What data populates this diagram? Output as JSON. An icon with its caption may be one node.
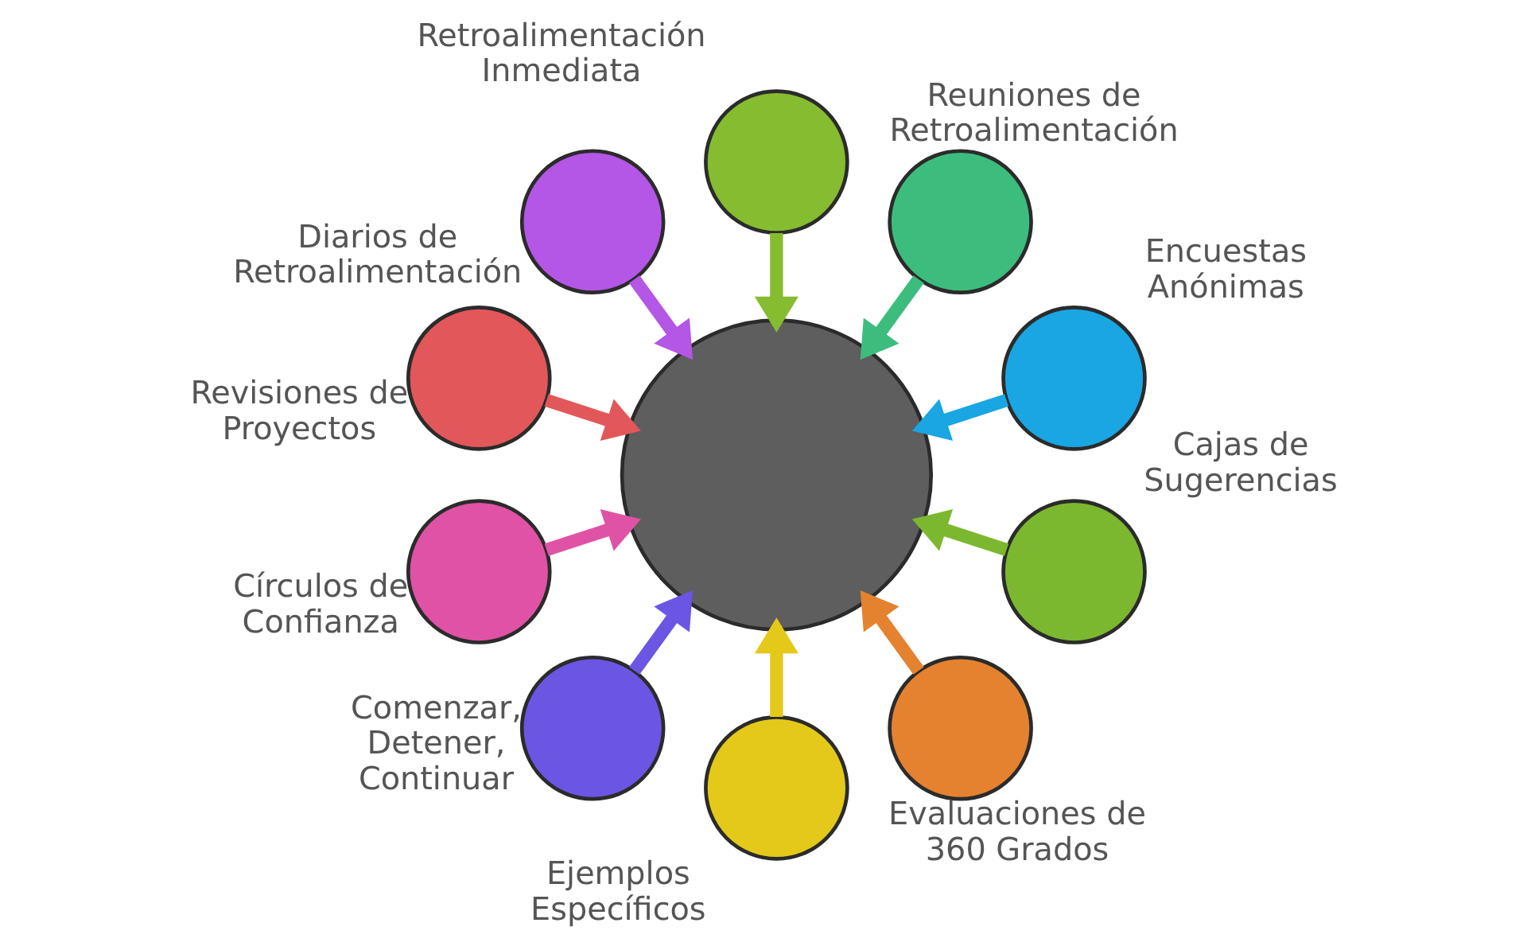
{
  "diagram": {
    "nodes": [
      {
        "text": [],
        "shape": "circle"
      },
      {
        "text": [
          "Retroalimentación Inmediata"
        ]
      },
      {
        "text": [
          "Reuniones de Retroalimentación"
        ]
      },
      {
        "text": [
          "Diarios de Retroalimentación"
        ]
      },
      {
        "text": [
          "Encuestas Anónimas"
        ]
      },
      {
        "text": [
          "Revisiones de Proyectos"
        ]
      },
      {
        "text": [
          "Cajas de Sugerencias"
        ]
      },
      {
        "text": [
          "Círculos de Confianza"
        ]
      },
      {
        "text": [
          "Evaluaciones de 360 Grados"
        ]
      },
      {
        "text": [
          "Comenzar, Detener, Continuar"
        ]
      },
      {
        "text": [
          "Ejemplos Específicos"
        ]
      }
    ],
    "edges": [
      {
        "from": 1,
        "to": 0,
        "arrow": "to",
        "color": "#86bc2f"
      },
      {
        "from": 2,
        "to": 0,
        "arrow": "to",
        "color": "#3dbd7d"
      },
      {
        "from": 3,
        "to": 0,
        "arrow": "to",
        "color": "#b456e6"
      },
      {
        "from": 4,
        "to": 0,
        "arrow": "to",
        "color": "#19a6e3"
      },
      {
        "from": 5,
        "to": 0,
        "arrow": "to",
        "color": "#e2575a"
      },
      {
        "from": 6,
        "to": 0,
        "arrow": "to",
        "color": "#7cb82f"
      },
      {
        "from": 7,
        "to": 0,
        "arrow": "to",
        "color": "#e052a5"
      },
      {
        "from": 8,
        "to": 0,
        "arrow": "to",
        "color": "#e5822f"
      },
      {
        "from": 9,
        "to": 0,
        "arrow": "to",
        "color": "#6b55e3"
      },
      {
        "from": 10,
        "to": 0,
        "arrow": "to",
        "color": "#e5c91a"
      }
    ]
  }
}
